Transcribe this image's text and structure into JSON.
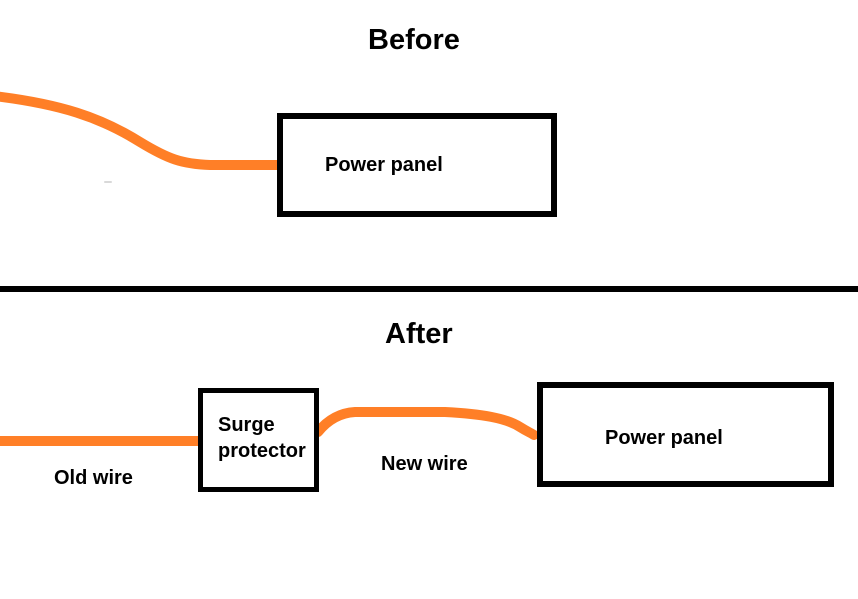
{
  "colors": {
    "wire": "#FF7F27",
    "ink": "#000000",
    "background": "#FFFFFF"
  },
  "before": {
    "title": "Before",
    "power_panel": {
      "label": "Power panel"
    }
  },
  "after": {
    "title": "After",
    "surge_protector": {
      "label_lines": [
        "Surge",
        "protector"
      ]
    },
    "old_wire": {
      "label": "Old wire"
    },
    "new_wire": {
      "label": "New wire"
    },
    "power_panel": {
      "label": "Power panel"
    }
  }
}
